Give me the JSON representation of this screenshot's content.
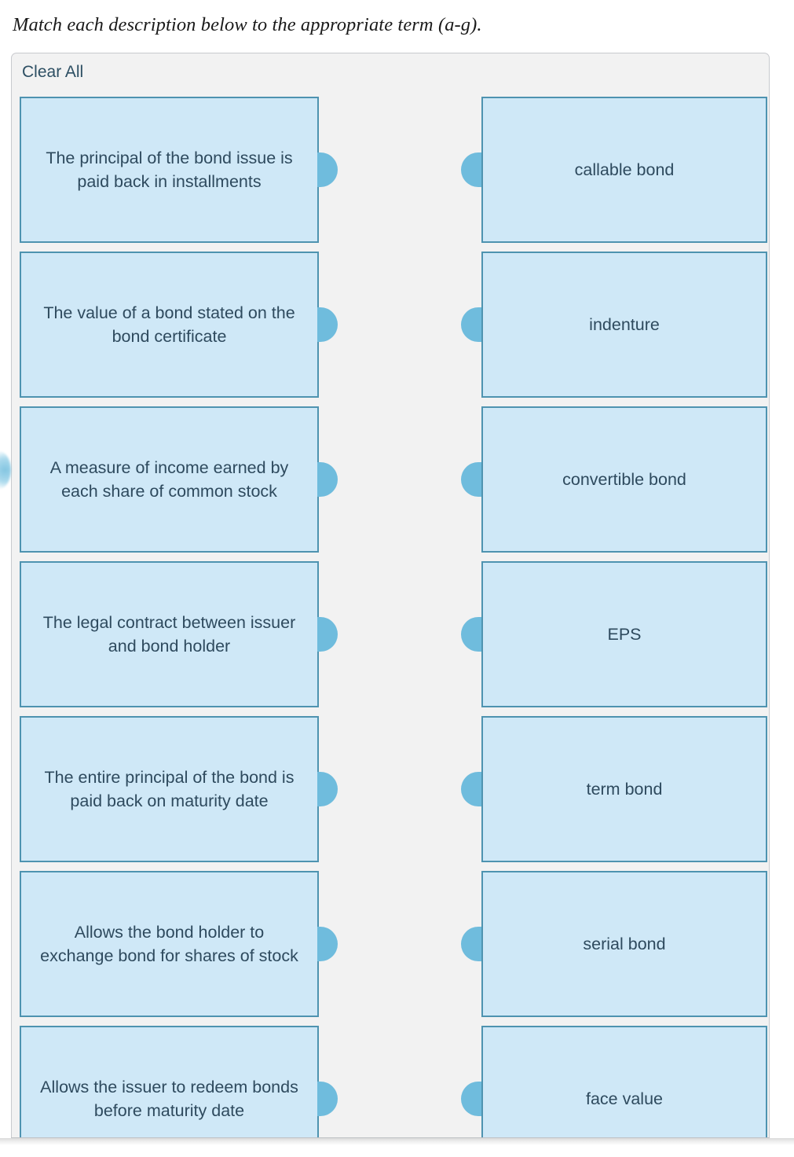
{
  "prompt": {
    "text": "Match each description below to the appropriate term (a-g)."
  },
  "matcher": {
    "clear_all_label": "Clear All",
    "colors": {
      "card_fill": "#cfe8f7",
      "card_border": "#4e93b0",
      "card_text": "#2e4a5e",
      "knob": "#6fbcdd",
      "panel_background": "#f2f2f2",
      "panel_border": "#c8cace",
      "link": "#2d4f63"
    },
    "rows": [
      {
        "description": "The principal of the bond issue is paid back in installments",
        "term": "callable bond"
      },
      {
        "description": "The value of a bond stated on the bond certificate",
        "term": "indenture"
      },
      {
        "description": "A measure of income earned by each share of common stock",
        "term": "convertible bond"
      },
      {
        "description": "The legal contract between issuer and bond holder",
        "term": "EPS"
      },
      {
        "description": "The entire principal of the bond is paid back on maturity date",
        "term": "term bond"
      },
      {
        "description": "Allows the bond holder to exchange bond for shares of stock",
        "term": "serial bond"
      },
      {
        "description": "Allows the issuer to redeem bonds before maturity date",
        "term": "face value"
      }
    ]
  }
}
